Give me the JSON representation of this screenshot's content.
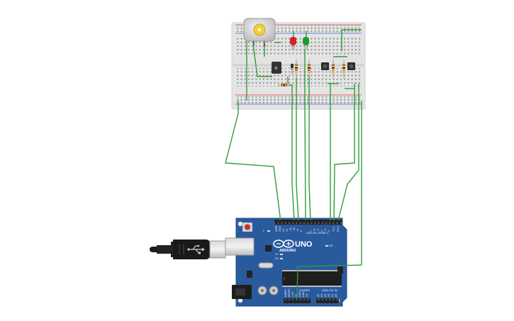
{
  "arduino": {
    "brand": "ARDUINO",
    "model": "UNO",
    "digital_header": "DIGITAL (PWM~)",
    "power_header": "POWER",
    "analog_header": "ANALOG IN",
    "on_label": "ON",
    "tx_label": "TX",
    "rx_label": "RX",
    "l_label": "L",
    "digital_pins": [
      "AREF",
      "GND",
      "13",
      "12",
      "~11",
      "~10",
      "~9",
      "8",
      "7",
      "~6",
      "~5",
      "4",
      "~3",
      "2",
      "TX 1",
      "RX 0"
    ],
    "power_pins": [
      "IOREF",
      "RESET",
      "3.3V",
      "5V",
      "GND",
      "GND",
      "Vin"
    ],
    "analog_pins": [
      "A0",
      "A1",
      "A2",
      "A3",
      "A4",
      "A5"
    ]
  },
  "breadboard": {
    "transistor_label": "N"
  },
  "colors": {
    "board": "#2a5a9e",
    "wire": "#2e9e3a",
    "led_red": "#d42020",
    "led_green": "#1f9a2c",
    "breadboard": "#e4e4e4"
  }
}
